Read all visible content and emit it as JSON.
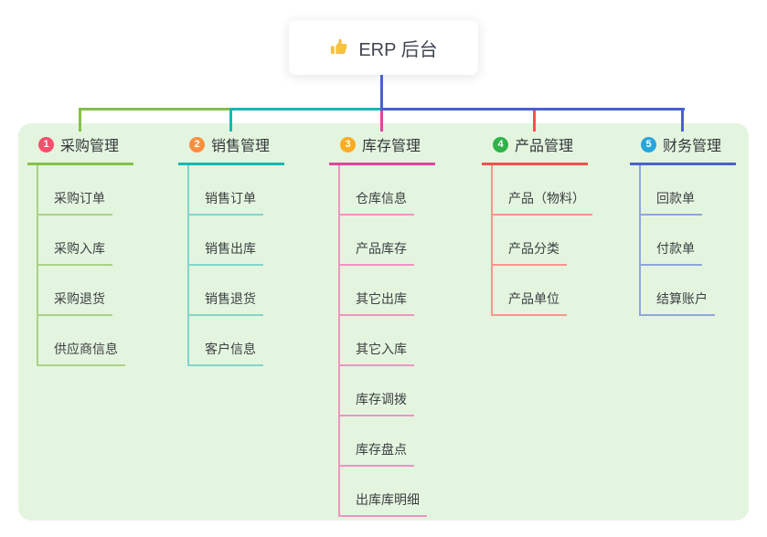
{
  "root": {
    "icon": "thumbs-up",
    "label": "ERP 后台"
  },
  "colors": {
    "page_bg": "#ffffff",
    "panel_bg": "#e4f5df",
    "root_connector": "#4a5fd1",
    "root_text": "#3f4652",
    "branch_text": "#33373b",
    "child_text": "#3c4043",
    "thumb_icon": "#f6c244"
  },
  "branches": [
    {
      "badge": "1",
      "label": "采购管理",
      "line_color": "#84c04a",
      "child_line_color": "#a9d285",
      "badge_color": "#f3506c",
      "children": [
        "采购订单",
        "采购入库",
        "采购退货",
        "供应商信息"
      ]
    },
    {
      "badge": "2",
      "label": "销售管理",
      "line_color": "#16b8b2",
      "child_line_color": "#82d4cd",
      "badge_color": "#fd8f3e",
      "children": [
        "销售订单",
        "销售出库",
        "销售退货",
        "客户信息"
      ]
    },
    {
      "badge": "3",
      "label": "库存管理",
      "line_color": "#e0459c",
      "child_line_color": "#ef93c4",
      "badge_color": "#fbac20",
      "children": [
        "仓库信息",
        "产品库存",
        "其它出库",
        "其它入库",
        "库存调拨",
        "库存盘点",
        "出库库明细"
      ]
    },
    {
      "badge": "4",
      "label": "产品管理",
      "line_color": "#f4514e",
      "child_line_color": "#f9958f",
      "badge_color": "#2fb44a",
      "children": [
        "产品（物料）",
        "产品分类",
        "产品单位"
      ]
    },
    {
      "badge": "5",
      "label": "财务管理",
      "line_color": "#4a5fd1",
      "child_line_color": "#8fa5dd",
      "badge_color": "#29a5dd",
      "children": [
        "回款单",
        "付款单",
        "结算账户"
      ]
    }
  ]
}
